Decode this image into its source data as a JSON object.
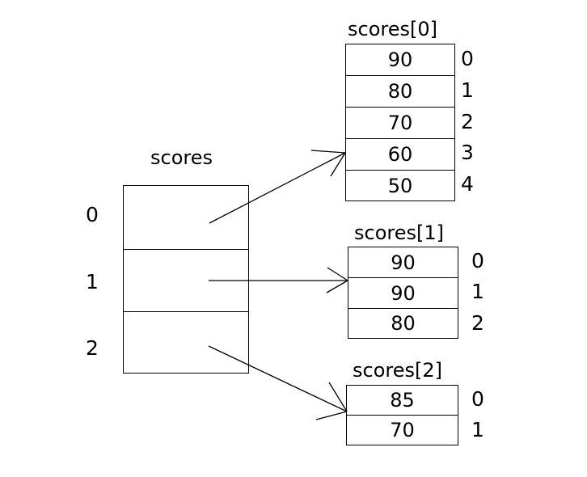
{
  "diagram": {
    "kind": "jagged-2d-array",
    "background_color": "#ffffff",
    "line_color": "#000000",
    "text_color": "#000000"
  },
  "outer": {
    "title": "scores",
    "indices": [
      "0",
      "1",
      "2"
    ],
    "cell_count": 3
  },
  "inner_arrays": [
    {
      "title": "scores[0]",
      "values": [
        "90",
        "80",
        "70",
        "60",
        "50"
      ],
      "indices": [
        "0",
        "1",
        "2",
        "3",
        "4"
      ]
    },
    {
      "title": "scores[1]",
      "values": [
        "90",
        "90",
        "80"
      ],
      "indices": [
        "0",
        "1",
        "2"
      ]
    },
    {
      "title": "scores[2]",
      "values": [
        "85",
        "70"
      ],
      "indices": [
        "0",
        "1"
      ]
    }
  ],
  "arrows": [
    {
      "name": "arrow-scores-0",
      "from": "outer-cell-0",
      "to": "scores[0]"
    },
    {
      "name": "arrow-scores-1",
      "from": "outer-cell-1",
      "to": "scores[1]"
    },
    {
      "name": "arrow-scores-2",
      "from": "outer-cell-2",
      "to": "scores[2]"
    }
  ]
}
